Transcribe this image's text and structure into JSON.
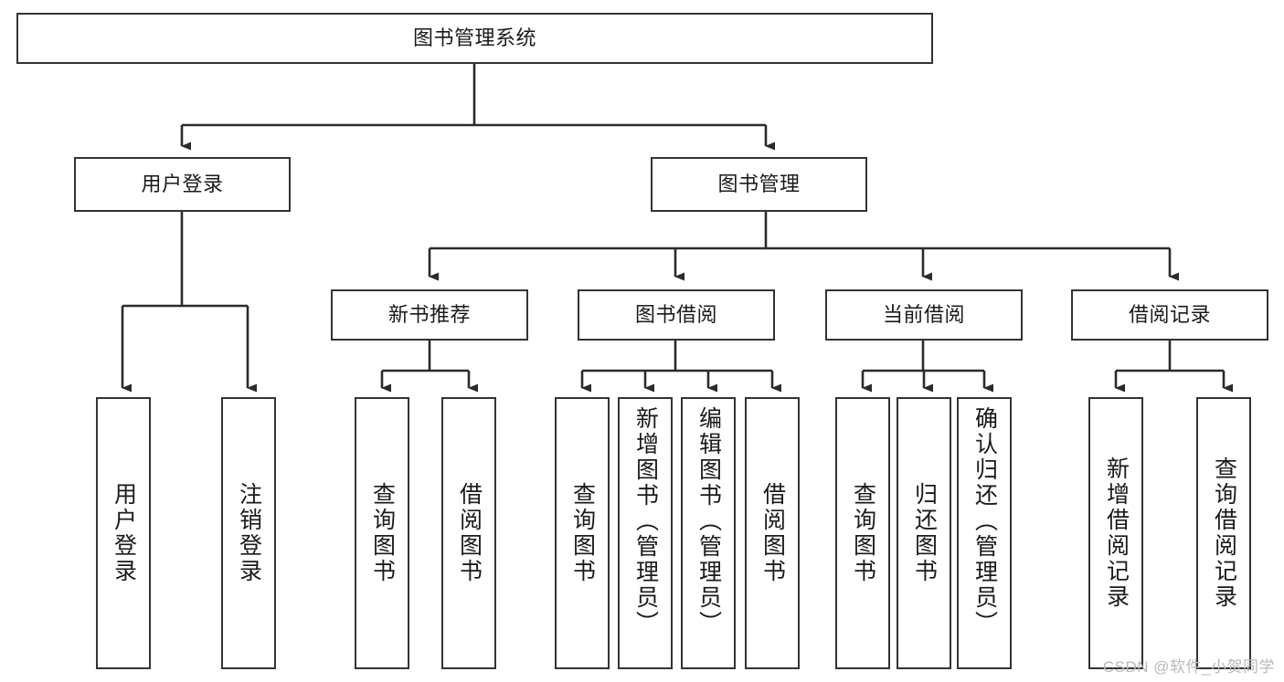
{
  "diagram": {
    "title": "图书管理系统",
    "type": "tree",
    "watermark": "CSDN @软件_小贺同学",
    "colors": {
      "box_border": "#333333",
      "box_fill": "#ffffff",
      "edge": "#2b2b2b",
      "text": "#1a1a1a",
      "watermark": "#b9b9b9",
      "background": "#ffffff"
    }
  },
  "nodes": {
    "root": {
      "label": "图书管理系统"
    },
    "level2": [
      {
        "label": "用户登录"
      },
      {
        "label": "图书管理"
      }
    ],
    "level3": [
      {
        "label": "新书推荐"
      },
      {
        "label": "图书借阅"
      },
      {
        "label": "当前借阅"
      },
      {
        "label": "借阅记录"
      }
    ],
    "leaves_user_login": [
      {
        "label": "用户登录"
      },
      {
        "label": "注销登录"
      }
    ],
    "leaves_new_book": [
      {
        "label": "查询图书"
      },
      {
        "label": "借阅图书"
      }
    ],
    "leaves_borrow": [
      {
        "label": "查询图书"
      },
      {
        "label": "新增图书（管理员）"
      },
      {
        "label": "编辑图书（管理员）"
      },
      {
        "label": "借阅图书"
      }
    ],
    "leaves_current": [
      {
        "label": "查询图书"
      },
      {
        "label": "归还图书"
      },
      {
        "label": "确认归还（管理员）"
      }
    ],
    "leaves_record": [
      {
        "label": "新增借阅记录"
      },
      {
        "label": "查询借阅记录"
      }
    ]
  }
}
